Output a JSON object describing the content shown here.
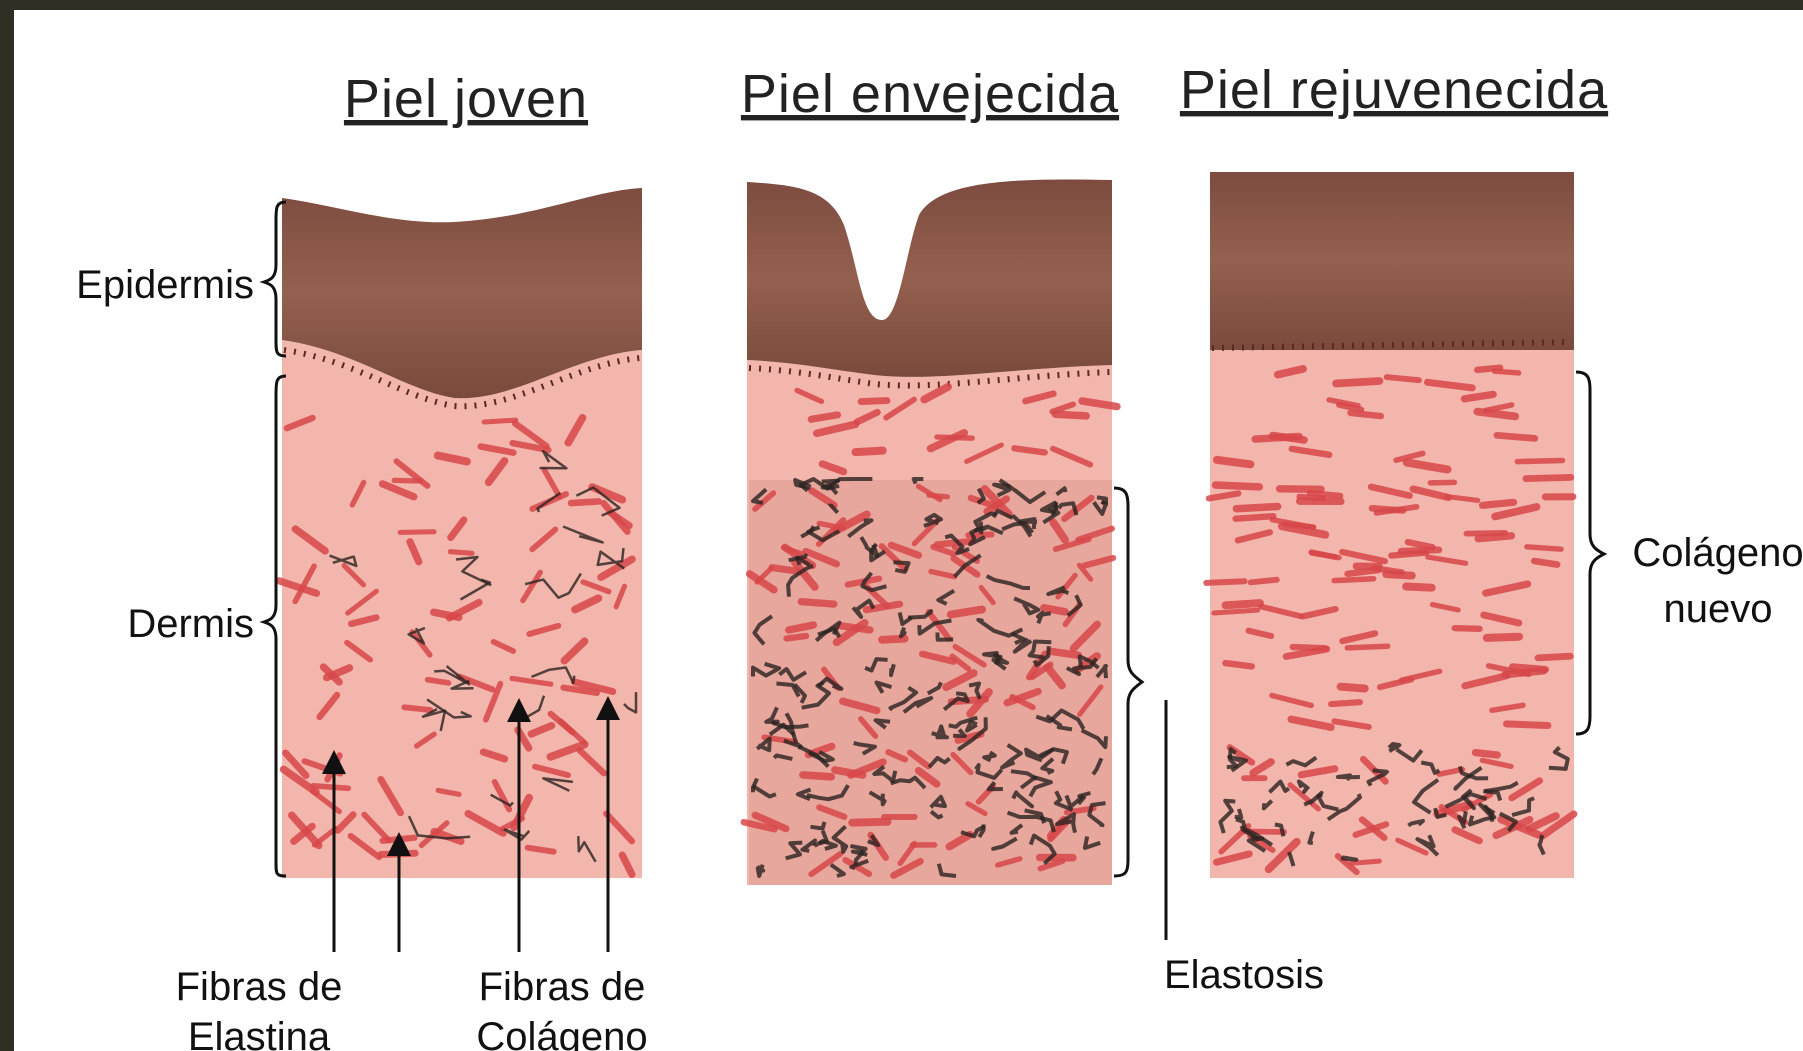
{
  "panels": [
    {
      "title": "Piel joven"
    },
    {
      "title": "Piel envejecida"
    },
    {
      "title": "Piel rejuvenecida"
    }
  ],
  "labels": {
    "epidermis": "Epidermis",
    "dermis": "Dermis",
    "elastin_line1": "Fibras de",
    "elastin_line2": "Elastina",
    "collagen_line1": "Fibras de",
    "collagen_line2": "Colágeno",
    "elastosis": "Elastosis",
    "new_collagen_line1": "Colágeno",
    "new_collagen_line2": "nuevo"
  },
  "colors": {
    "frame": "#2f3023",
    "epidermis": "#8a5748",
    "dermis": "#f2b6ac",
    "collagen": "#d8474a",
    "elastin": "#2a2320"
  }
}
